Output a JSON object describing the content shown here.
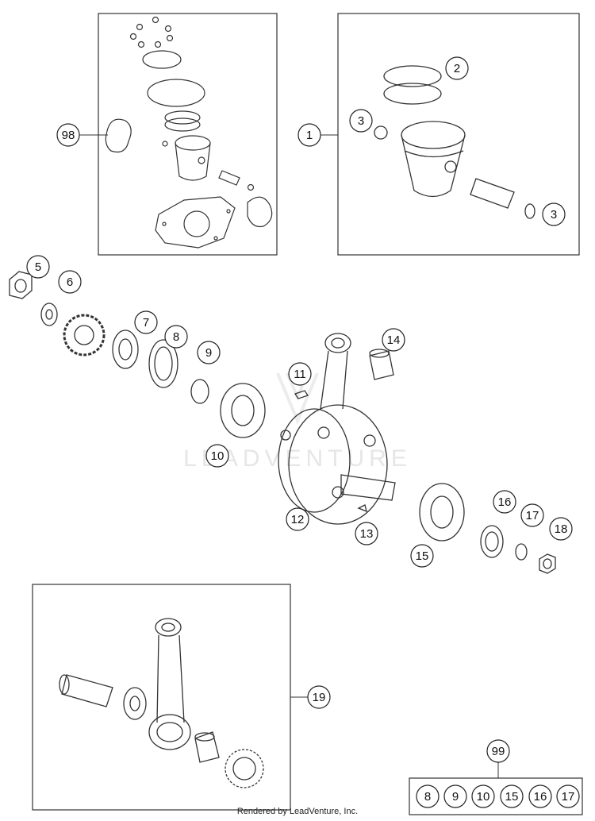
{
  "diagram": {
    "callouts": [
      {
        "id": "c98",
        "label": "98"
      },
      {
        "id": "c1",
        "label": "1"
      },
      {
        "id": "c2",
        "label": "2"
      },
      {
        "id": "c3a",
        "label": "3"
      },
      {
        "id": "c3b",
        "label": "3"
      },
      {
        "id": "c5",
        "label": "5"
      },
      {
        "id": "c6",
        "label": "6"
      },
      {
        "id": "c7",
        "label": "7"
      },
      {
        "id": "c8",
        "label": "8"
      },
      {
        "id": "c9",
        "label": "9"
      },
      {
        "id": "c10",
        "label": "10"
      },
      {
        "id": "c11",
        "label": "11"
      },
      {
        "id": "c12",
        "label": "12"
      },
      {
        "id": "c13",
        "label": "13"
      },
      {
        "id": "c14",
        "label": "14"
      },
      {
        "id": "c15",
        "label": "15"
      },
      {
        "id": "c16",
        "label": "16"
      },
      {
        "id": "c17",
        "label": "17"
      },
      {
        "id": "c18",
        "label": "18"
      },
      {
        "id": "c19",
        "label": "19"
      },
      {
        "id": "c99",
        "label": "99"
      }
    ],
    "kit99_contents": [
      "8",
      "9",
      "10",
      "15",
      "16",
      "17"
    ],
    "watermark": "LEADVENTURE",
    "footer": "Rendered by LeadVenture, Inc."
  }
}
